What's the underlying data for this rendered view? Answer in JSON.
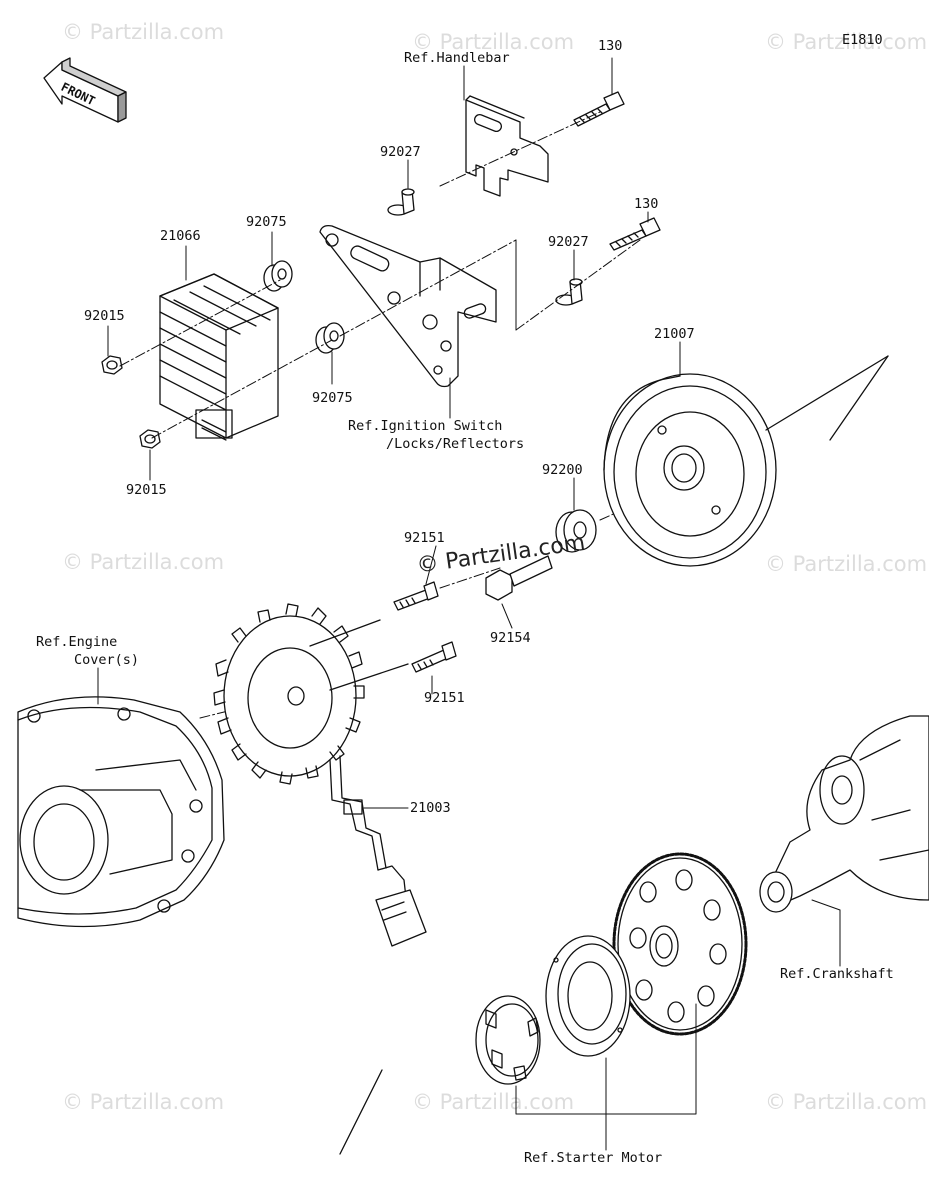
{
  "diagram_code": "E1810",
  "front_label": "FRONT",
  "watermark": "© Partzilla.com",
  "watermark_center": "© Partzilla.com",
  "parts": {
    "bolt_130_a": "130",
    "bolt_130_b": "130",
    "collar_92027_a": "92027",
    "collar_92027_b": "92027",
    "damper_92075_a": "92075",
    "damper_92075_b": "92075",
    "regulator_21066": "21066",
    "nut_92015_a": "92015",
    "nut_92015_b": "92015",
    "rotor_21007": "21007",
    "washer_92200": "92200",
    "bolt_92151_a": "92151",
    "bolt_92151_b": "92151",
    "bolt_92154": "92154",
    "stator_21003": "21003"
  },
  "refs": {
    "handlebar": "Ref.Handlebar",
    "ignition_switch_1": "Ref.Ignition Switch",
    "ignition_switch_2": "/Locks/Reflectors",
    "engine_cover_1": "Ref.Engine",
    "engine_cover_2": "Cover(s)",
    "crankshaft": "Ref.Crankshaft",
    "starter_motor": "Ref.Starter Motor"
  }
}
